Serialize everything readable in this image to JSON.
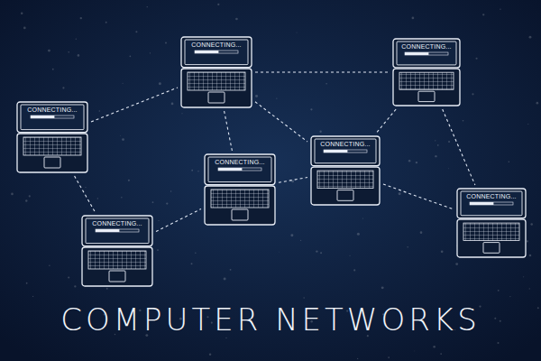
{
  "diagram": {
    "title": "COMPUTER NETWORKS",
    "nodes": [
      {
        "text": [
          "CONNECTING..."
        ]
      },
      {
        "text": [
          "CONNECTING..."
        ]
      },
      {
        "text": [
          "CONNECTING..."
        ]
      },
      {
        "text": [
          "CONNECTING..."
        ]
      },
      {
        "text": [
          "CONNECTING..."
        ]
      },
      {
        "text": [
          "CONNECTING..."
        ]
      },
      {
        "text": [
          "CONNECTING..."
        ]
      }
    ],
    "edges": [
      {
        "from": 2,
        "to": 0,
        "arrow": "none"
      },
      {
        "from": 2,
        "to": 6,
        "arrow": "none"
      },
      {
        "from": 0,
        "to": 1,
        "arrow": "none"
      },
      {
        "from": 0,
        "to": 4,
        "arrow": "none"
      },
      {
        "from": 0,
        "to": 3,
        "arrow": "none"
      },
      {
        "from": 1,
        "to": 3,
        "arrow": "none"
      },
      {
        "from": 1,
        "to": 5,
        "arrow": "none"
      },
      {
        "from": 3,
        "to": 5,
        "arrow": "none"
      },
      {
        "from": 4,
        "to": 3,
        "arrow": "none"
      },
      {
        "from": 6,
        "to": 4,
        "arrow": "none"
      }
    ]
  }
}
